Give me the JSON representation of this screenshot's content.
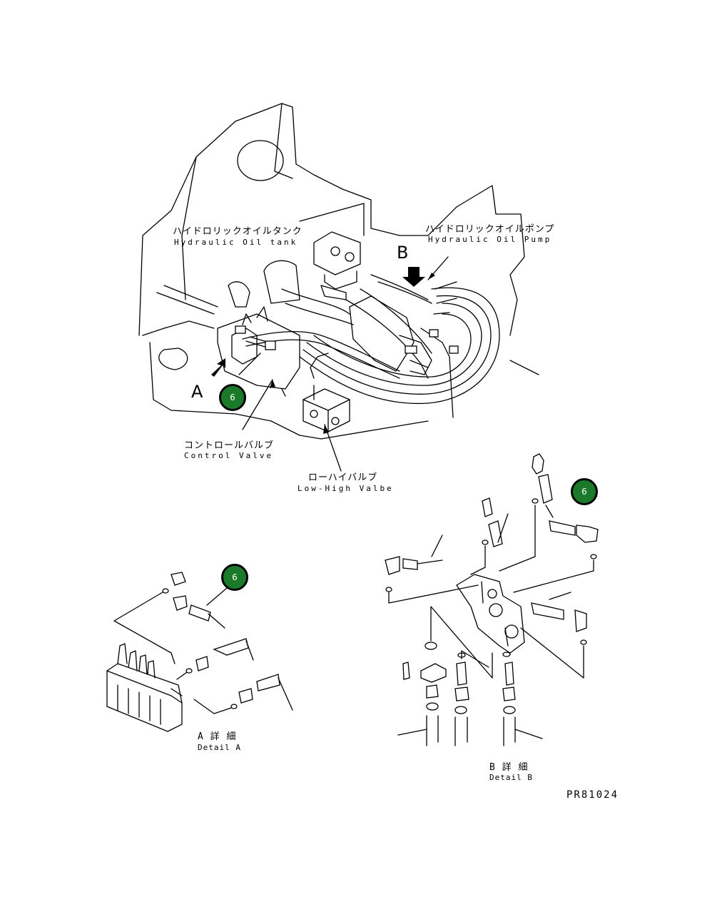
{
  "colors": {
    "badge_fill": "#1a7a2a",
    "line": "#000000",
    "background": "#ffffff"
  },
  "labels": {
    "oil_tank_jp": "ハイドロリックオイルタンク",
    "oil_tank_en": "Hydraulic Oil tank",
    "oil_pump_jp": "ハイドロリックオイルポンプ",
    "oil_pump_en": "Hydraulic Oil Pump",
    "control_valve_jp": "コントロールバルブ",
    "control_valve_en": "Control Valve",
    "low_high_jp": "ローハイバルブ",
    "low_high_en": "Low-High Valbe",
    "view_a": "A",
    "view_b": "B",
    "detail_a_jp": "A 詳 細",
    "detail_a_en": "Detail A",
    "detail_b_jp": "B 詳 細",
    "detail_b_en": "Detail B",
    "drawing_code": "PR81024"
  },
  "callouts": [
    {
      "id": "callout-main",
      "number": "6"
    },
    {
      "id": "callout-detail-b",
      "number": "6"
    },
    {
      "id": "callout-detail-a",
      "number": "6"
    }
  ]
}
